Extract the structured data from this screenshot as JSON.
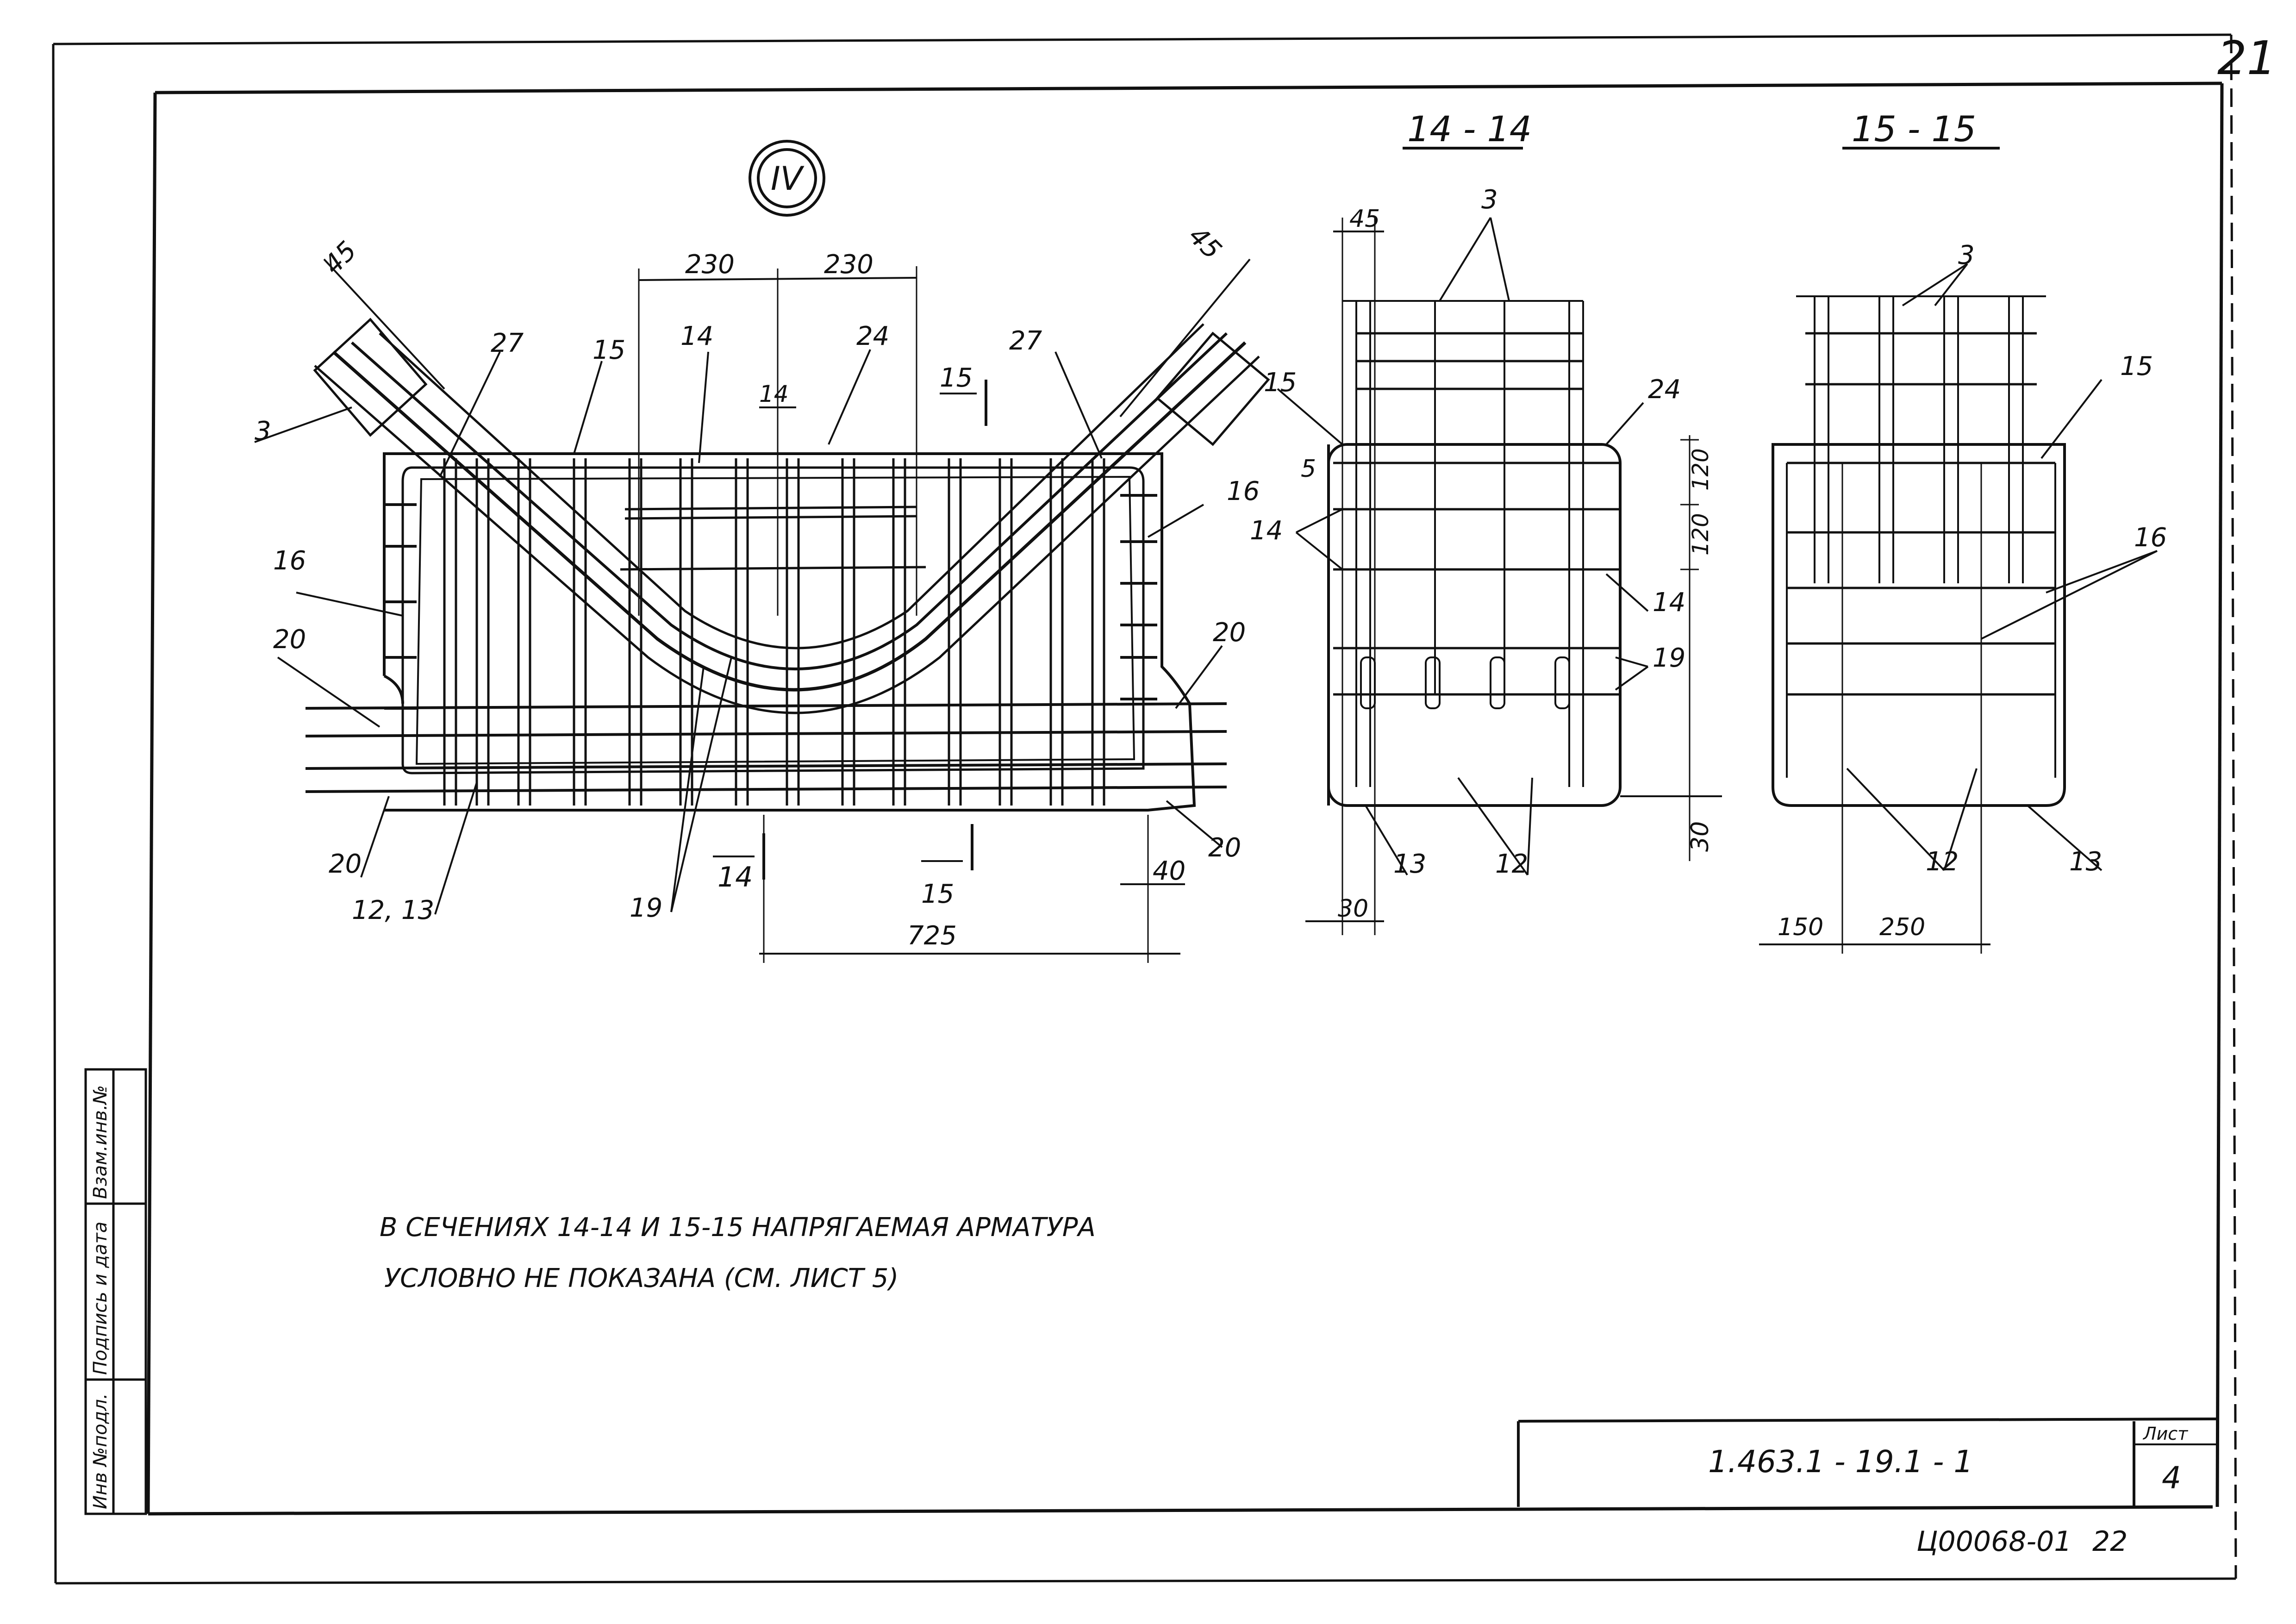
{
  "sheet_corner_number": "21",
  "view_marker": "IV",
  "sections": {
    "s14": {
      "title": "14 - 14"
    },
    "s15": {
      "title": "15 - 15"
    }
  },
  "main_view": {
    "dims": {
      "d230a": "230",
      "d230b": "230",
      "d45_left": "45",
      "d45_right": "45",
      "d725": "725",
      "d40": "40"
    },
    "callouts": {
      "c3": "3",
      "c27a": "27",
      "c15": "15",
      "c14": "14",
      "c24": "24",
      "c27b": "27",
      "c16a": "16",
      "c16b": "16",
      "c20a": "20",
      "c20b": "20",
      "c20c": "20",
      "c20d": "20",
      "c1213": "12, 13",
      "c19": "19"
    },
    "section_marks": {
      "m14_top": "14",
      "m15_top": "15",
      "m14_bottom": "14",
      "m15_bottom": "15"
    }
  },
  "section_14": {
    "dims": {
      "d45": "45",
      "d120a": "120",
      "d120b": "120",
      "d30v": "30",
      "d30h": "30"
    },
    "callouts": {
      "c3": "3",
      "c15": "15",
      "c24": "24",
      "c5": "5",
      "c14a": "14",
      "c14b": "14",
      "c19": "19",
      "c13": "13",
      "c12": "12"
    }
  },
  "section_15": {
    "dims": {
      "d150": "150",
      "d250": "250"
    },
    "callouts": {
      "c3": "3",
      "c15": "15",
      "c16": "16",
      "c12": "12",
      "c13": "13"
    }
  },
  "note": {
    "line1": "В СЕЧЕНИЯХ 14-14 И 15-15 НАПРЯГАЕМАЯ АРМАТУРА",
    "line2": "УСЛОВНО НЕ ПОКАЗАНА (СМ. ЛИСТ 5)"
  },
  "side_stamp": {
    "col1": "Инв №подл.",
    "col2": "Подпись и дата",
    "col3": "Взам.инв.№"
  },
  "title_block": {
    "document_code": "1.463.1 - 19.1 - 1",
    "sheet_label": "Лист",
    "sheet_number": "4"
  },
  "footer": {
    "archive_code": "Ц00068-01",
    "page": "22"
  }
}
